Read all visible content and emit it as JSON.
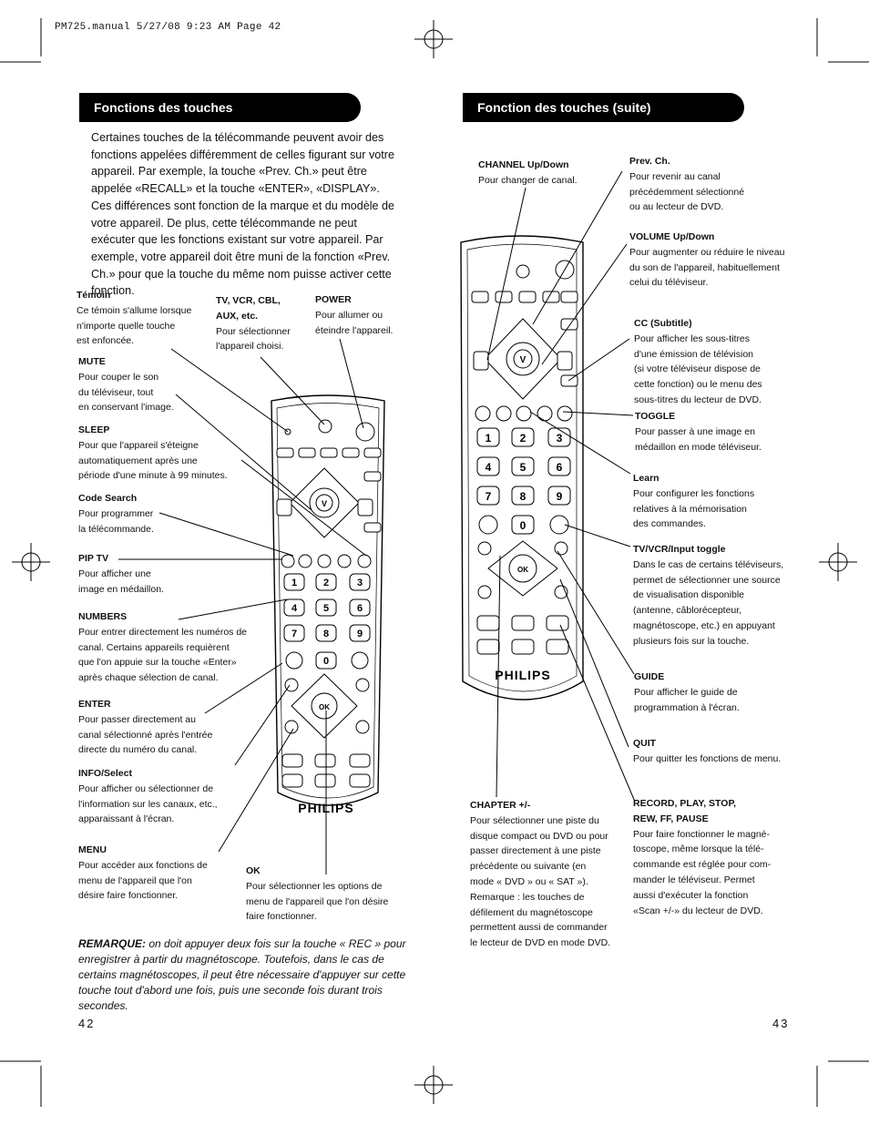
{
  "slug": "PM725.manual  5/27/08  9:23 AM  Page 42",
  "left": {
    "heading": "Fonctions des touches",
    "intro": "Certaines touches de la télécommande peuvent avoir des fonctions appelées différemment de celles figurant sur votre appareil.  Par exemple, la touche «Prev. Ch.» peut être appelée «RECALL» et la touche «ENTER», «DISPLAY».  Ces différences sont fonction de la marque et du modèle de votre appareil.  De plus, cette télécommande ne peut exécuter que les fonctions existant sur votre appareil.  Par exemple, votre appareil doit être muni de la fonction «Prev. Ch.» pour que la touche du même nom puisse activer cette fonction.",
    "labels": [
      {
        "title": "Témoin",
        "desc": "Ce témoin s'allume lorsque\nn'importe quelle touche\nest enfoncée."
      },
      {
        "title": "TV, VCR, CBL,\nAUX, etc.",
        "desc": "Pour sélectionner\nl'appareil choisi."
      },
      {
        "title": "POWER",
        "desc": "Pour allumer ou\néteindre l'appareil."
      },
      {
        "title": "MUTE",
        "desc": "Pour couper le son\ndu téléviseur, tout\nen conservant l'image."
      },
      {
        "title": "SLEEP",
        "desc": "Pour que l'appareil s'éteigne\nautomatiquement après une\npériode d'une minute à 99 minutes."
      },
      {
        "title": "Code Search",
        "desc": "Pour programmer\nla télécommande."
      },
      {
        "title": "PIP TV",
        "desc": "Pour afficher une\nimage en médaillon."
      },
      {
        "title": "NUMBERS",
        "desc": "Pour entrer directement les numéros de\ncanal.  Certains appareils requièrent\nque l'on appuie sur la touche «Enter»\naprès chaque sélection de canal."
      },
      {
        "title": "ENTER",
        "desc": "Pour passer directement au\ncanal sélectionné après l'entrée\ndirecte du numéro du canal."
      },
      {
        "title": "INFO/Select",
        "desc": "Pour afficher ou sélectionner de\nl'information sur les canaux, etc.,\napparaissant à l'écran."
      },
      {
        "title": "MENU",
        "desc": "Pour accéder aux fonctions de\nmenu de l'appareil que l'on\ndésire faire fonctionner."
      },
      {
        "title": "OK",
        "desc": "Pour sélectionner les options de\nmenu de l'appareil que l'on désire\nfaire fonctionner."
      }
    ],
    "remark_label": "REMARQUE:",
    "remark_text": " on doit appuyer deux fois sur la touche « REC » pour enregistrer à partir du magnétoscope.  Toutefois, dans le cas de certains magnétoscopes, il peut être nécessaire d'appuyer sur cette touche tout d'abord une fois, puis une seconde fois durant trois secondes.",
    "page_number": "42"
  },
  "right": {
    "heading": "Fonction des touches (suite)",
    "labels": [
      {
        "title": "CHANNEL Up/Down",
        "desc": "Pour changer de canal."
      },
      {
        "title": "Prev. Ch.",
        "desc": "Pour revenir au canal\nprécédemment sélectionné\nou au lecteur de DVD."
      },
      {
        "title": "VOLUME Up/Down",
        "desc": "Pour augmenter ou réduire le niveau\ndu son de l'appareil, habituellement\ncelui du téléviseur."
      },
      {
        "title": "CC (Subtitle)",
        "desc": "Pour afficher les sous-titres\nd'une émission de télévision\n(si votre téléviseur dispose de\ncette fonction) ou le menu des\nsous-titres du lecteur de DVD."
      },
      {
        "title": "TOGGLE",
        "desc": "Pour passer à une image en\nmédaillon en mode téléviseur."
      },
      {
        "title": "Learn",
        "desc": "Pour configurer les fonctions\nrelatives à la mémorisation\ndes commandes."
      },
      {
        "title": "TV/VCR/Input toggle",
        "desc": "Dans le cas de certains téléviseurs,\npermet de sélectionner une source\nde visualisation disponible\n(antenne, câblorécepteur,\nmagnétoscope, etc.) en appuyant\nplusieurs fois sur la touche."
      },
      {
        "title": "GUIDE",
        "desc": "Pour afficher le guide de\nprogrammation à l'écran."
      },
      {
        "title": "QUIT",
        "desc": "Pour quitter les fonctions de menu."
      },
      {
        "title": "CHAPTER +/-",
        "desc": "Pour sélectionner une piste du\ndisque compact ou DVD ou pour\npasser directement à une piste\nprécédente ou suivante (en\nmode « DVD » ou « SAT »).\nRemarque : les touches de\ndéfilement du magnétoscope\npermettent aussi de commander\nle lecteur de DVD en mode DVD."
      },
      {
        "title": "RECORD, PLAY, STOP,\nREW, FF, PAUSE",
        "desc": "Pour faire fonctionner le magné-\ntoscope, même lorsque la télé-\ncommande est réglée pour com-\nmander le téléviseur.  Permet\naussi d'exécuter la fonction\n«Scan +/-» du lecteur de DVD."
      }
    ],
    "page_number": "43"
  },
  "remote": {
    "brand": "PHILIPS",
    "number_keys": [
      "1",
      "2",
      "3",
      "4",
      "5",
      "6",
      "7",
      "8",
      "9",
      "0"
    ],
    "enter_key": "V",
    "ok_key": "OK"
  }
}
